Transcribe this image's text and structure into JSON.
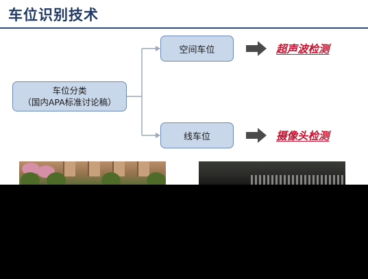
{
  "title": "车位识别技术",
  "root": {
    "line1": "车位分类",
    "line2": "（国内APA标准讨论稿）"
  },
  "categories": [
    {
      "label": "空间车位",
      "method": "超声波检测"
    },
    {
      "label": "线车位",
      "method": "摄像头检测"
    }
  ],
  "colors": {
    "title": "#1f3864",
    "node_fill": "#c9d7ea",
    "node_border": "#6b89b3",
    "method_text": "#c8102e",
    "arrow": "#4a4a4a",
    "connector": "#9aa7b8"
  }
}
